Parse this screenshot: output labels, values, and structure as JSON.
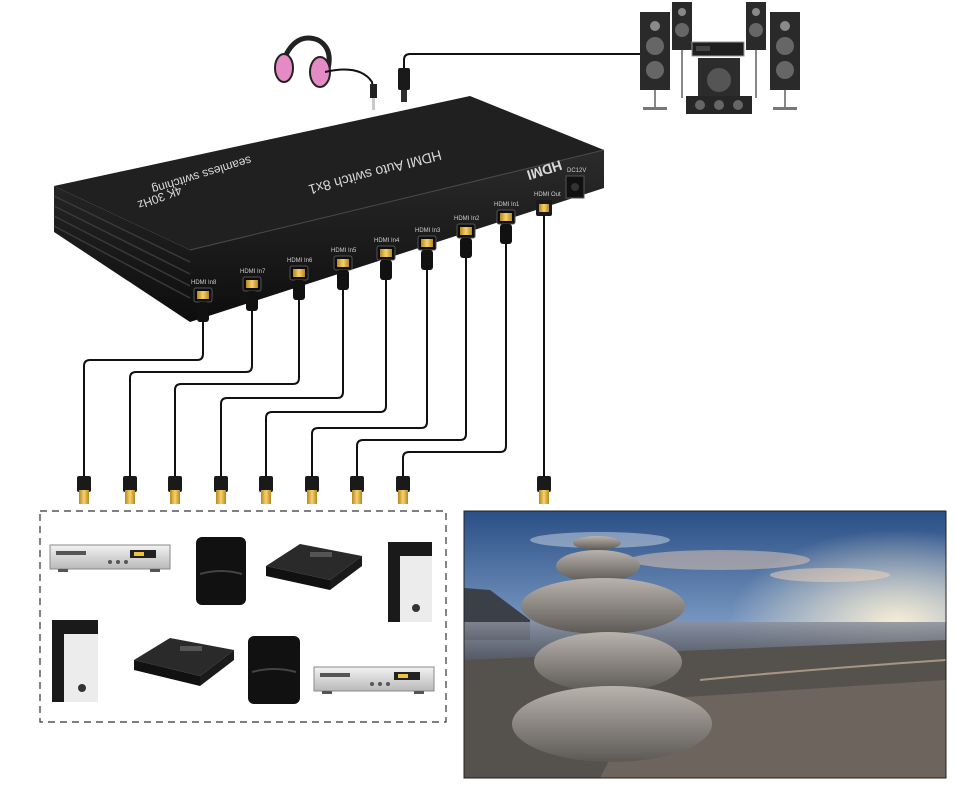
{
  "switcher": {
    "logo": "HDMI",
    "title": "HDMI Auto switch 8x1",
    "spec": "4K 30Hz",
    "feature": "seamless switching",
    "power_label": "DC12V",
    "output_label": "HDMI Out",
    "input_labels": [
      "HDMI In8",
      "HDMI In7",
      "HDMI In6",
      "HDMI In5",
      "HDMI In4",
      "HDMI In3",
      "HDMI In2",
      "HDMI In1"
    ]
  },
  "audio_outputs": [
    {
      "name": "headphones",
      "connector": "3.5mm audio jack"
    },
    {
      "name": "home theater speakers",
      "connector": "optical audio"
    }
  ],
  "sources": [
    {
      "type": "dvd-player"
    },
    {
      "type": "game-console"
    },
    {
      "type": "set-top-box"
    },
    {
      "type": "pc-tower"
    },
    {
      "type": "pc-tower"
    },
    {
      "type": "set-top-box"
    },
    {
      "type": "game-console"
    },
    {
      "type": "dvd-player"
    }
  ],
  "display": {
    "content": "stacked stones on seashore at sunset"
  },
  "colors": {
    "device": "#1c1c1c",
    "cable": "#111111",
    "connector_gold": "#e8b73a",
    "speaker": "#2a2a2a"
  }
}
